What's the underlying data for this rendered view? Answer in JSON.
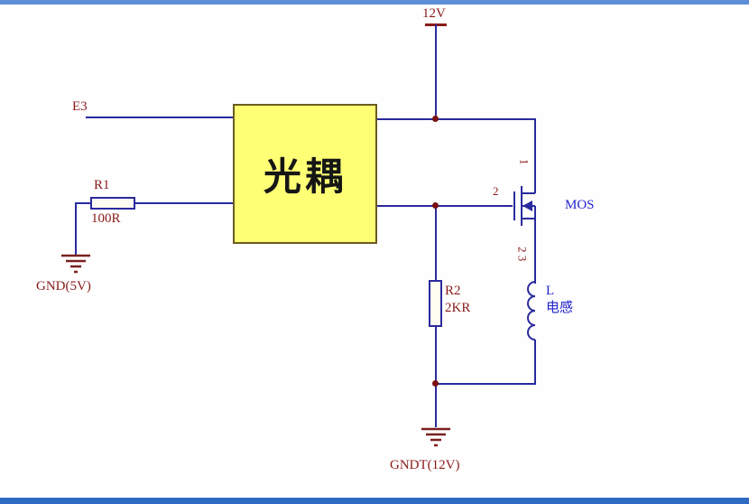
{
  "schematic": {
    "power_rail": {
      "label": "12V"
    },
    "net_e3": {
      "label": "E3"
    },
    "optocoupler": {
      "label": "光耦"
    },
    "resistor_r1": {
      "designator": "R1",
      "value": "100R"
    },
    "ground_5v": {
      "label": "GND(5V)"
    },
    "resistor_r2": {
      "designator": "R2",
      "value": "2KR"
    },
    "inductor_l": {
      "designator": "L",
      "value": "电感"
    },
    "mosfet": {
      "label": "MOS",
      "pin_drain": "1",
      "pin_gate": "2",
      "pin_source": "2 3"
    },
    "ground_12v": {
      "label": "GNDT(12V)"
    },
    "colors": {
      "wire": "#2a2a9e",
      "power_red": "#8b1a1a",
      "label_blue": "#2222cc",
      "optocoupler_fill": "#ffff75",
      "junction_dot": "#7a1010"
    }
  }
}
